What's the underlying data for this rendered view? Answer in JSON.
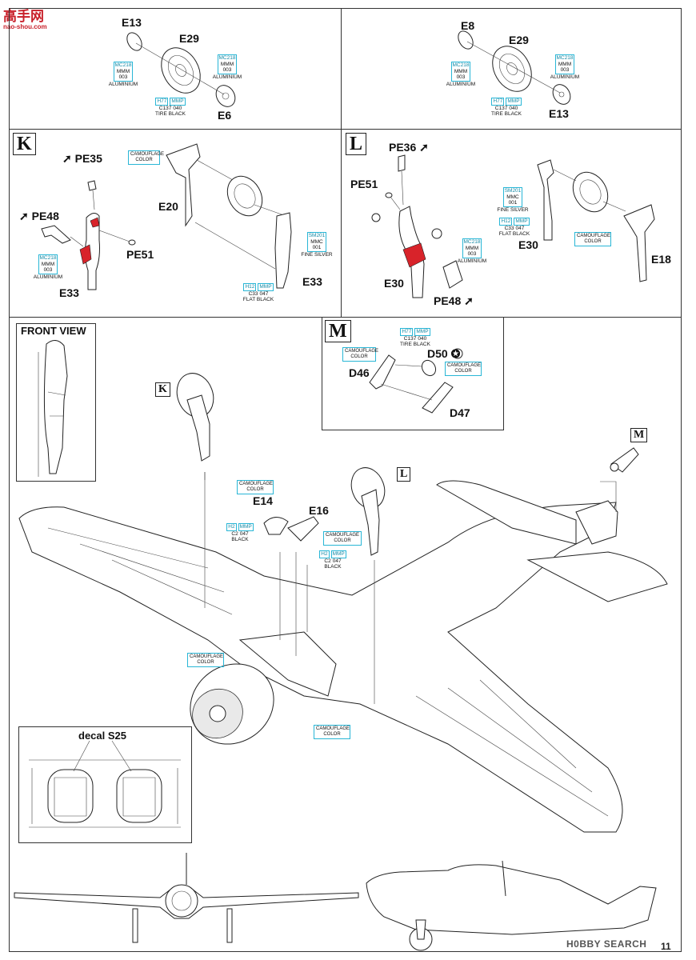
{
  "watermark_top": {
    "brand": "高手网",
    "url": "nao-shou.com"
  },
  "watermark_bottom": "H0BBY SEARCH",
  "page_number": "11",
  "colors": {
    "callout_border": "#29b6d6",
    "red_part": "#d8232a",
    "line": "#222222"
  },
  "panel_top_left": {
    "parts": [
      "E13",
      "E29",
      "E6"
    ],
    "callouts": [
      {
        "codes": [
          "MC218",
          "MMM",
          "003"
        ],
        "name": "ALUMINIUM"
      },
      {
        "codes": [
          "MC218",
          "MMM",
          "003"
        ],
        "name": "ALUMINIUM"
      },
      {
        "codes": [
          "H77",
          "MMP",
          "C137",
          "040"
        ],
        "name": "TIRE BLACK"
      }
    ]
  },
  "panel_top_right": {
    "parts": [
      "E8",
      "E29",
      "E13"
    ],
    "callouts": [
      {
        "codes": [
          "MC218",
          "MMM",
          "003"
        ],
        "name": "ALUMINIUM"
      },
      {
        "codes": [
          "MC218",
          "MMM",
          "003"
        ],
        "name": "ALUMINIUM"
      },
      {
        "codes": [
          "H77",
          "MMP",
          "C137",
          "040"
        ],
        "name": "TIRE BLACK"
      }
    ]
  },
  "panel_k": {
    "letter": "K",
    "parts": [
      "PE35",
      "PE48",
      "PE51",
      "E33",
      "E20",
      "E33"
    ],
    "camouflage": "CAMOUFLAGE COLOR",
    "callouts": [
      {
        "codes": [
          "MC218",
          "MMM",
          "003"
        ],
        "name": "ALUMINIUM"
      },
      {
        "codes": [
          "SM201",
          "MMC",
          "001"
        ],
        "name": "FINE SILVER"
      },
      {
        "codes": [
          "H12",
          "MMP",
          "C33",
          "047"
        ],
        "name": "FLAT BLACK"
      }
    ]
  },
  "panel_l": {
    "letter": "L",
    "parts": [
      "PE36",
      "PE51",
      "E30",
      "PE48",
      "E30",
      "E18"
    ],
    "camouflage": "CAMOUFLAGE COLOR",
    "callouts": [
      {
        "codes": [
          "SM201",
          "MMC",
          "001"
        ],
        "name": "FINE SILVER"
      },
      {
        "codes": [
          "H12",
          "MMP",
          "C33",
          "047"
        ],
        "name": "FLAT BLACK"
      },
      {
        "codes": [
          "MC218",
          "MMM",
          "003"
        ],
        "name": "ALUMINIUM"
      }
    ]
  },
  "panel_m": {
    "letter": "M",
    "parts": [
      "D50",
      "D46",
      "D47"
    ],
    "camouflage_1": "CAMOUFLAGE COLOR",
    "camouflage_2": "CAMOUFLAGE COLOR",
    "callout": {
      "codes": [
        "H77",
        "MMP",
        "C137",
        "040"
      ],
      "name": "TIRE BLACK"
    }
  },
  "front_view": {
    "title": "FRONT VIEW"
  },
  "main": {
    "markers": [
      "K",
      "L",
      "M"
    ],
    "parts": [
      "E14",
      "E16"
    ],
    "camouflage": [
      "CAMOUFLAGE COLOR",
      "CAMOUFLAGE COLOR",
      "CAMOUFLAGE COLOR",
      "CAMOUFLAGE COLOR"
    ],
    "callouts": [
      {
        "codes": [
          "H2",
          "MMP",
          "C2",
          "047"
        ],
        "name": "BLACK"
      },
      {
        "codes": [
          "H2",
          "MMP",
          "C2",
          "047"
        ],
        "name": "BLACK"
      }
    ]
  },
  "decal_inset": {
    "label": "decal S25"
  }
}
